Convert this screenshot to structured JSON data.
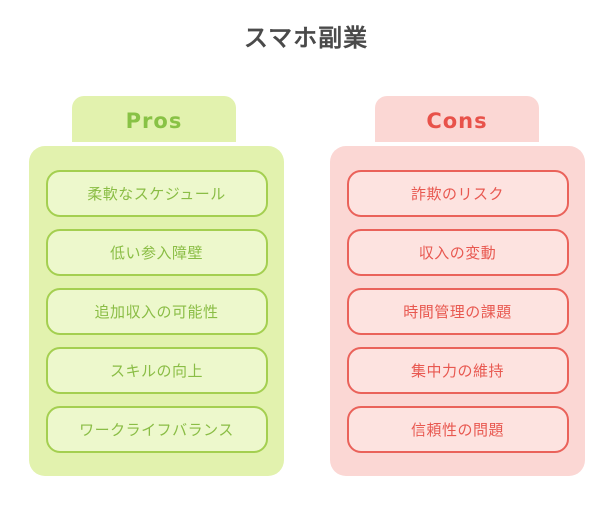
{
  "title": "スマホ副業",
  "pros": {
    "header": "Pros",
    "items": [
      "柔軟なスケジュール",
      "低い参入障壁",
      "追加収入の可能性",
      "スキルの向上",
      "ワークライフバランス"
    ],
    "colors": {
      "card_fill": "#e2f2ae",
      "item_fill": "#edf8cc",
      "border": "#a4cf50",
      "text": "#8abd45",
      "header_text": "#88c245"
    }
  },
  "cons": {
    "header": "Cons",
    "items": [
      "詐欺のリスク",
      "収入の変動",
      "時間管理の課題",
      "集中力の維持",
      "信頼性の問題"
    ],
    "colors": {
      "card_fill": "#fbd7d4",
      "item_fill": "#fde3e0",
      "border": "#ea625a",
      "text": "#e85850",
      "header_text": "#e8524a"
    }
  },
  "title_color": "#4a4a4a"
}
